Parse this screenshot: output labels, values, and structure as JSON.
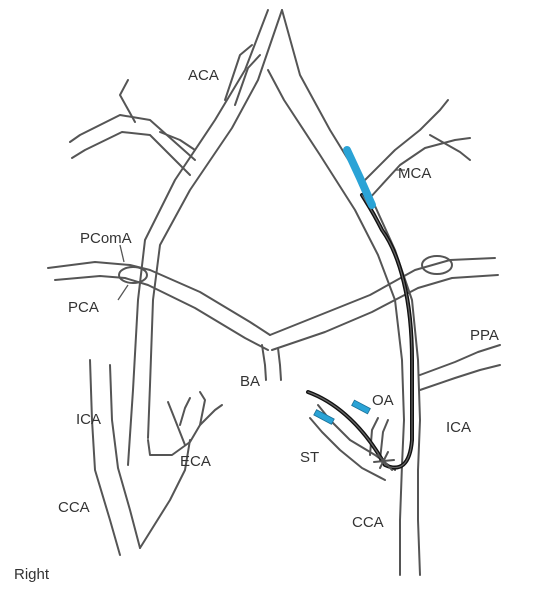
{
  "labels": {
    "aca": "ACA",
    "mca": "MCA",
    "pcoma": "PComA",
    "pca": "PCA",
    "ppa": "PPA",
    "ba": "BA",
    "oa": "OA",
    "st": "ST",
    "ica_right": "ICA",
    "ica_left": "ICA",
    "eca": "ECA",
    "cca_right": "CCA",
    "cca_left": "CCA"
  },
  "side_label": "Right",
  "colors": {
    "vessel": "#555555",
    "catheter": "#111111",
    "balloon": "#2aa3d6",
    "text": "#333333"
  }
}
